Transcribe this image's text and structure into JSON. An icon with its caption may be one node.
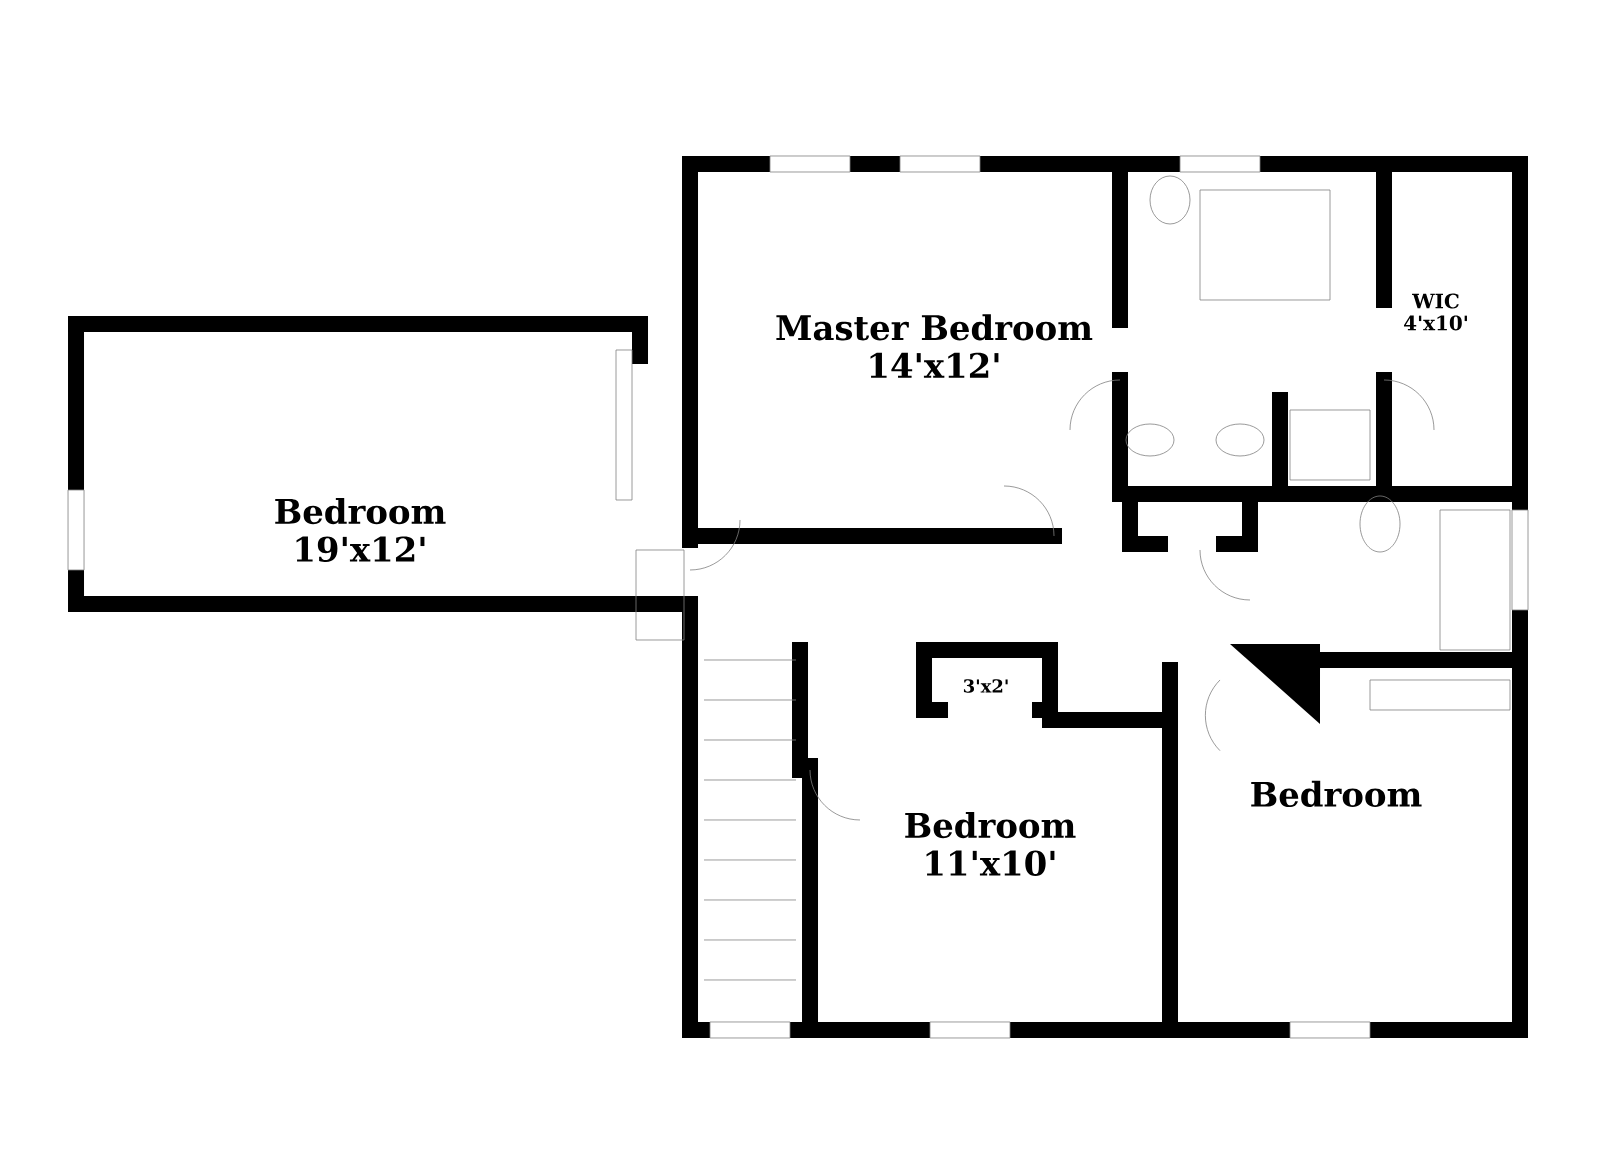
{
  "diagram": {
    "nodes": [
      {
        "text": [
          "Master Bedroom",
          "14'x12'"
        ]
      },
      {
        "text": [
          "WIC",
          "4'x10'"
        ]
      },
      {
        "text": [
          "Bedroom",
          "19'x12'"
        ]
      },
      {
        "text": [
          "3'x2'"
        ]
      },
      {
        "text": [
          "Bedroom",
          "11'x10'"
        ]
      },
      {
        "text": [
          "Bedroom"
        ]
      }
    ]
  }
}
